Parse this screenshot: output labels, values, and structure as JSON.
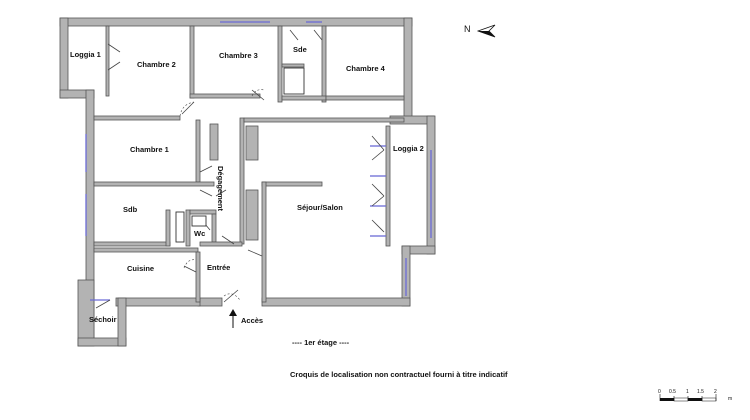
{
  "rooms": {
    "loggia1": "Loggia 1",
    "chambre2": "Chambre 2",
    "chambre3": "Chambre 3",
    "sde": "Sde",
    "chambre4": "Chambre 4",
    "chambre1": "Chambre 1",
    "degagement": "Dégagement",
    "loggia2": "Loggia 2",
    "sdb": "Sdb",
    "sejour": "Séjour/Salon",
    "wc": "Wc",
    "cuisine": "Cuisine",
    "entree": "Entrée",
    "sechoir": "Séchoir"
  },
  "access_label": "Accès",
  "floor_label": "----  1er étage  ----",
  "disclaimer": "Croquis de localisation non contractuel fourni à titre indicatif",
  "compass_label": "N",
  "scale": {
    "ticks": [
      "0",
      "0.5",
      "1",
      "1.5",
      "2"
    ],
    "unit": "m"
  }
}
